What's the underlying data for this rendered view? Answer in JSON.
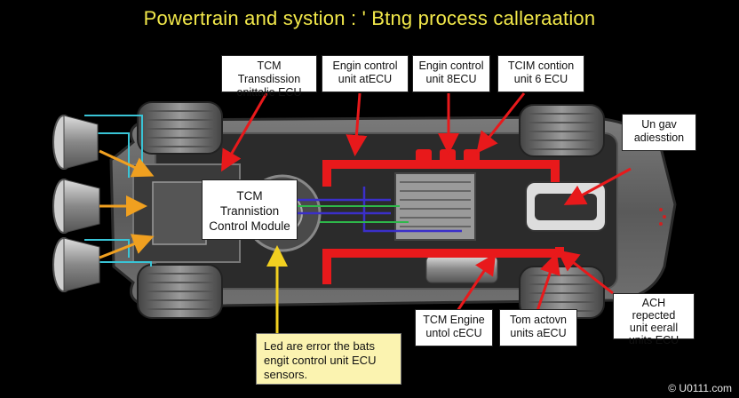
{
  "title": "Powertrain and systion : ' Btng process calleraation",
  "labels": {
    "tcm_top": "TCM Transdission\nonittalie ECU",
    "engine_a": "Engin control\nunit atECU",
    "engine_b": "Engin control\nunit 8ECU",
    "tcm_right": "TCIM contion\nunit 6 ECU",
    "gear_adjust": "Un gav\nadiesstion",
    "tcm_center": "TCM\nTrannistion\nControl Module",
    "tcm_engine_bottom": "TCM Engine\nuntol cECU",
    "torn_bottom": "Tom actovn\nunits aECU",
    "ach_right": "ACH repected\nunit eerall\nunits ECU"
  },
  "note": "Led are error the bats\nengit control unit ECU\nsensors.",
  "watermark": "© U0111.com",
  "colors": {
    "title": "#f2e84a",
    "pipe": "#e8191b",
    "arrow_orange": "#f0a020",
    "body": "#6b6b6b"
  }
}
